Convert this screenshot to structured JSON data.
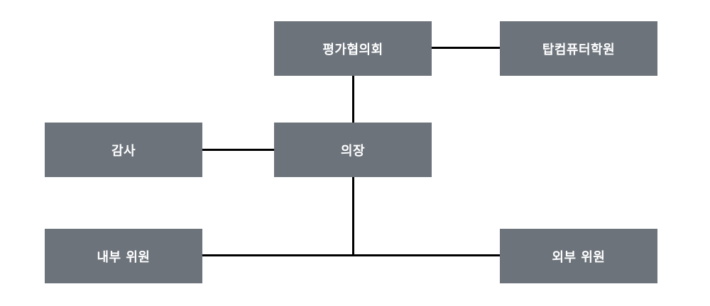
{
  "diagram": {
    "nodes": {
      "evaluation_council": "평가협의회",
      "top_computer_academy": "탑컴퓨터학원",
      "audit": "감사",
      "chair": "의장",
      "internal_members": "내부 위원",
      "external_members": "외부 위원"
    },
    "edges": [
      [
        "evaluation_council",
        "top_computer_academy"
      ],
      [
        "evaluation_council",
        "chair"
      ],
      [
        "audit",
        "chair"
      ],
      [
        "chair",
        "internal_members"
      ],
      [
        "chair",
        "external_members"
      ]
    ],
    "colors": {
      "node_fill": "#6c737b",
      "node_text": "#ffffff",
      "connector": "#000000"
    }
  }
}
